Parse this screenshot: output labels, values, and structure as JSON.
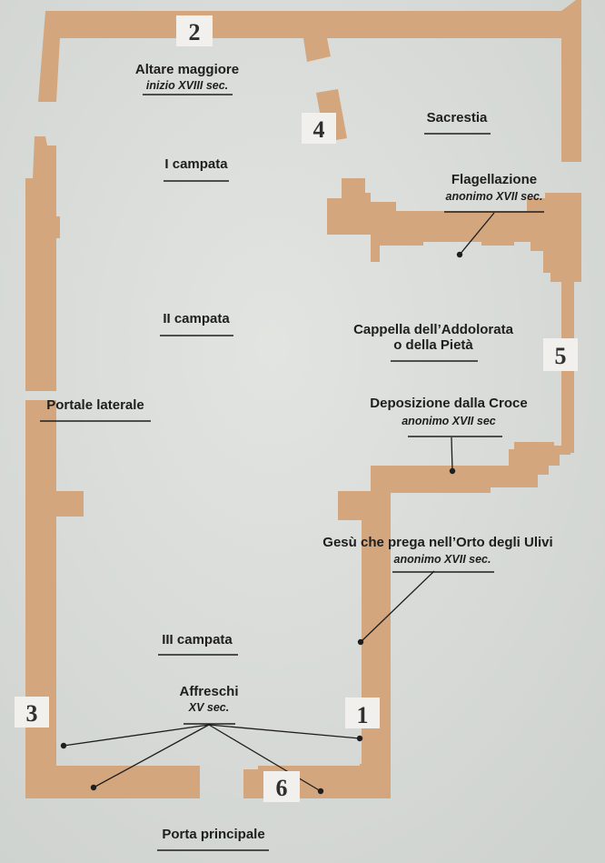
{
  "labels": {
    "altare": {
      "title": "Altare maggiore",
      "sub": "inizio XVIII sec."
    },
    "sacrestia": {
      "title": "Sacrestia"
    },
    "campata1": {
      "title": "I campata"
    },
    "flagellazione": {
      "title": "Flagellazione",
      "sub": "anonimo XVII sec."
    },
    "campata2": {
      "title": "II campata"
    },
    "cappella": {
      "title": "Cappella dell’Addolorata",
      "title2": "o della Pietà"
    },
    "portale": {
      "title": "Portale laterale"
    },
    "deposizione": {
      "title": "Deposizione dalla Croce",
      "sub": "anonimo XVII sec"
    },
    "gesu": {
      "title": "Gesù che prega nell’Orto degli Ulivi",
      "sub": "anonimo XVII sec."
    },
    "campata3": {
      "title": "III campata"
    },
    "affreschi": {
      "title": "Affreschi",
      "sub": "XV sec."
    },
    "porta": {
      "title": "Porta principale"
    }
  },
  "markers": [
    "1",
    "2",
    "3",
    "4",
    "5",
    "6"
  ],
  "colors": {
    "wall": "#d3a67e",
    "background": "#d9dcd8",
    "text": "#1e1e1e"
  }
}
